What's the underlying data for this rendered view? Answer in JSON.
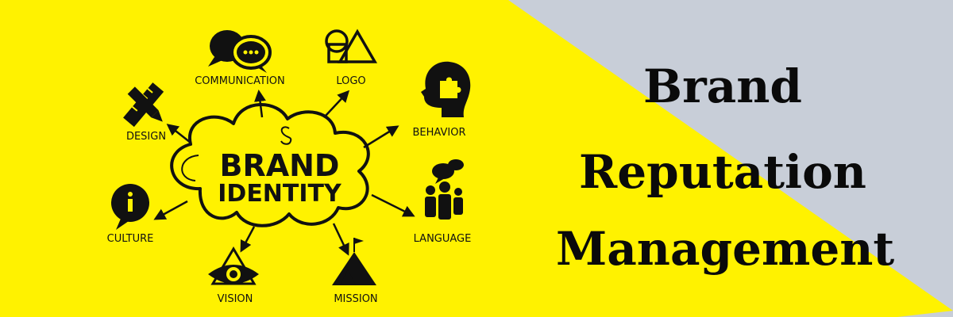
{
  "diagram": {
    "center_line1": "BRAND",
    "center_line2": "IDENTITY",
    "labels": {
      "communication": "COMMUNICATION",
      "logo": "LOGO",
      "behavior": "BEHAVIOR",
      "language": "LANGUAGE",
      "mission": "MISSION",
      "vision": "VISION",
      "culture": "CULTURE",
      "design": "DESIGN"
    }
  },
  "headline": {
    "line1": "Brand",
    "line2": "Reputation",
    "line3": "Management"
  },
  "colors": {
    "yellow": "#fff200",
    "grey": "#c8ced8",
    "ink": "#111111"
  }
}
